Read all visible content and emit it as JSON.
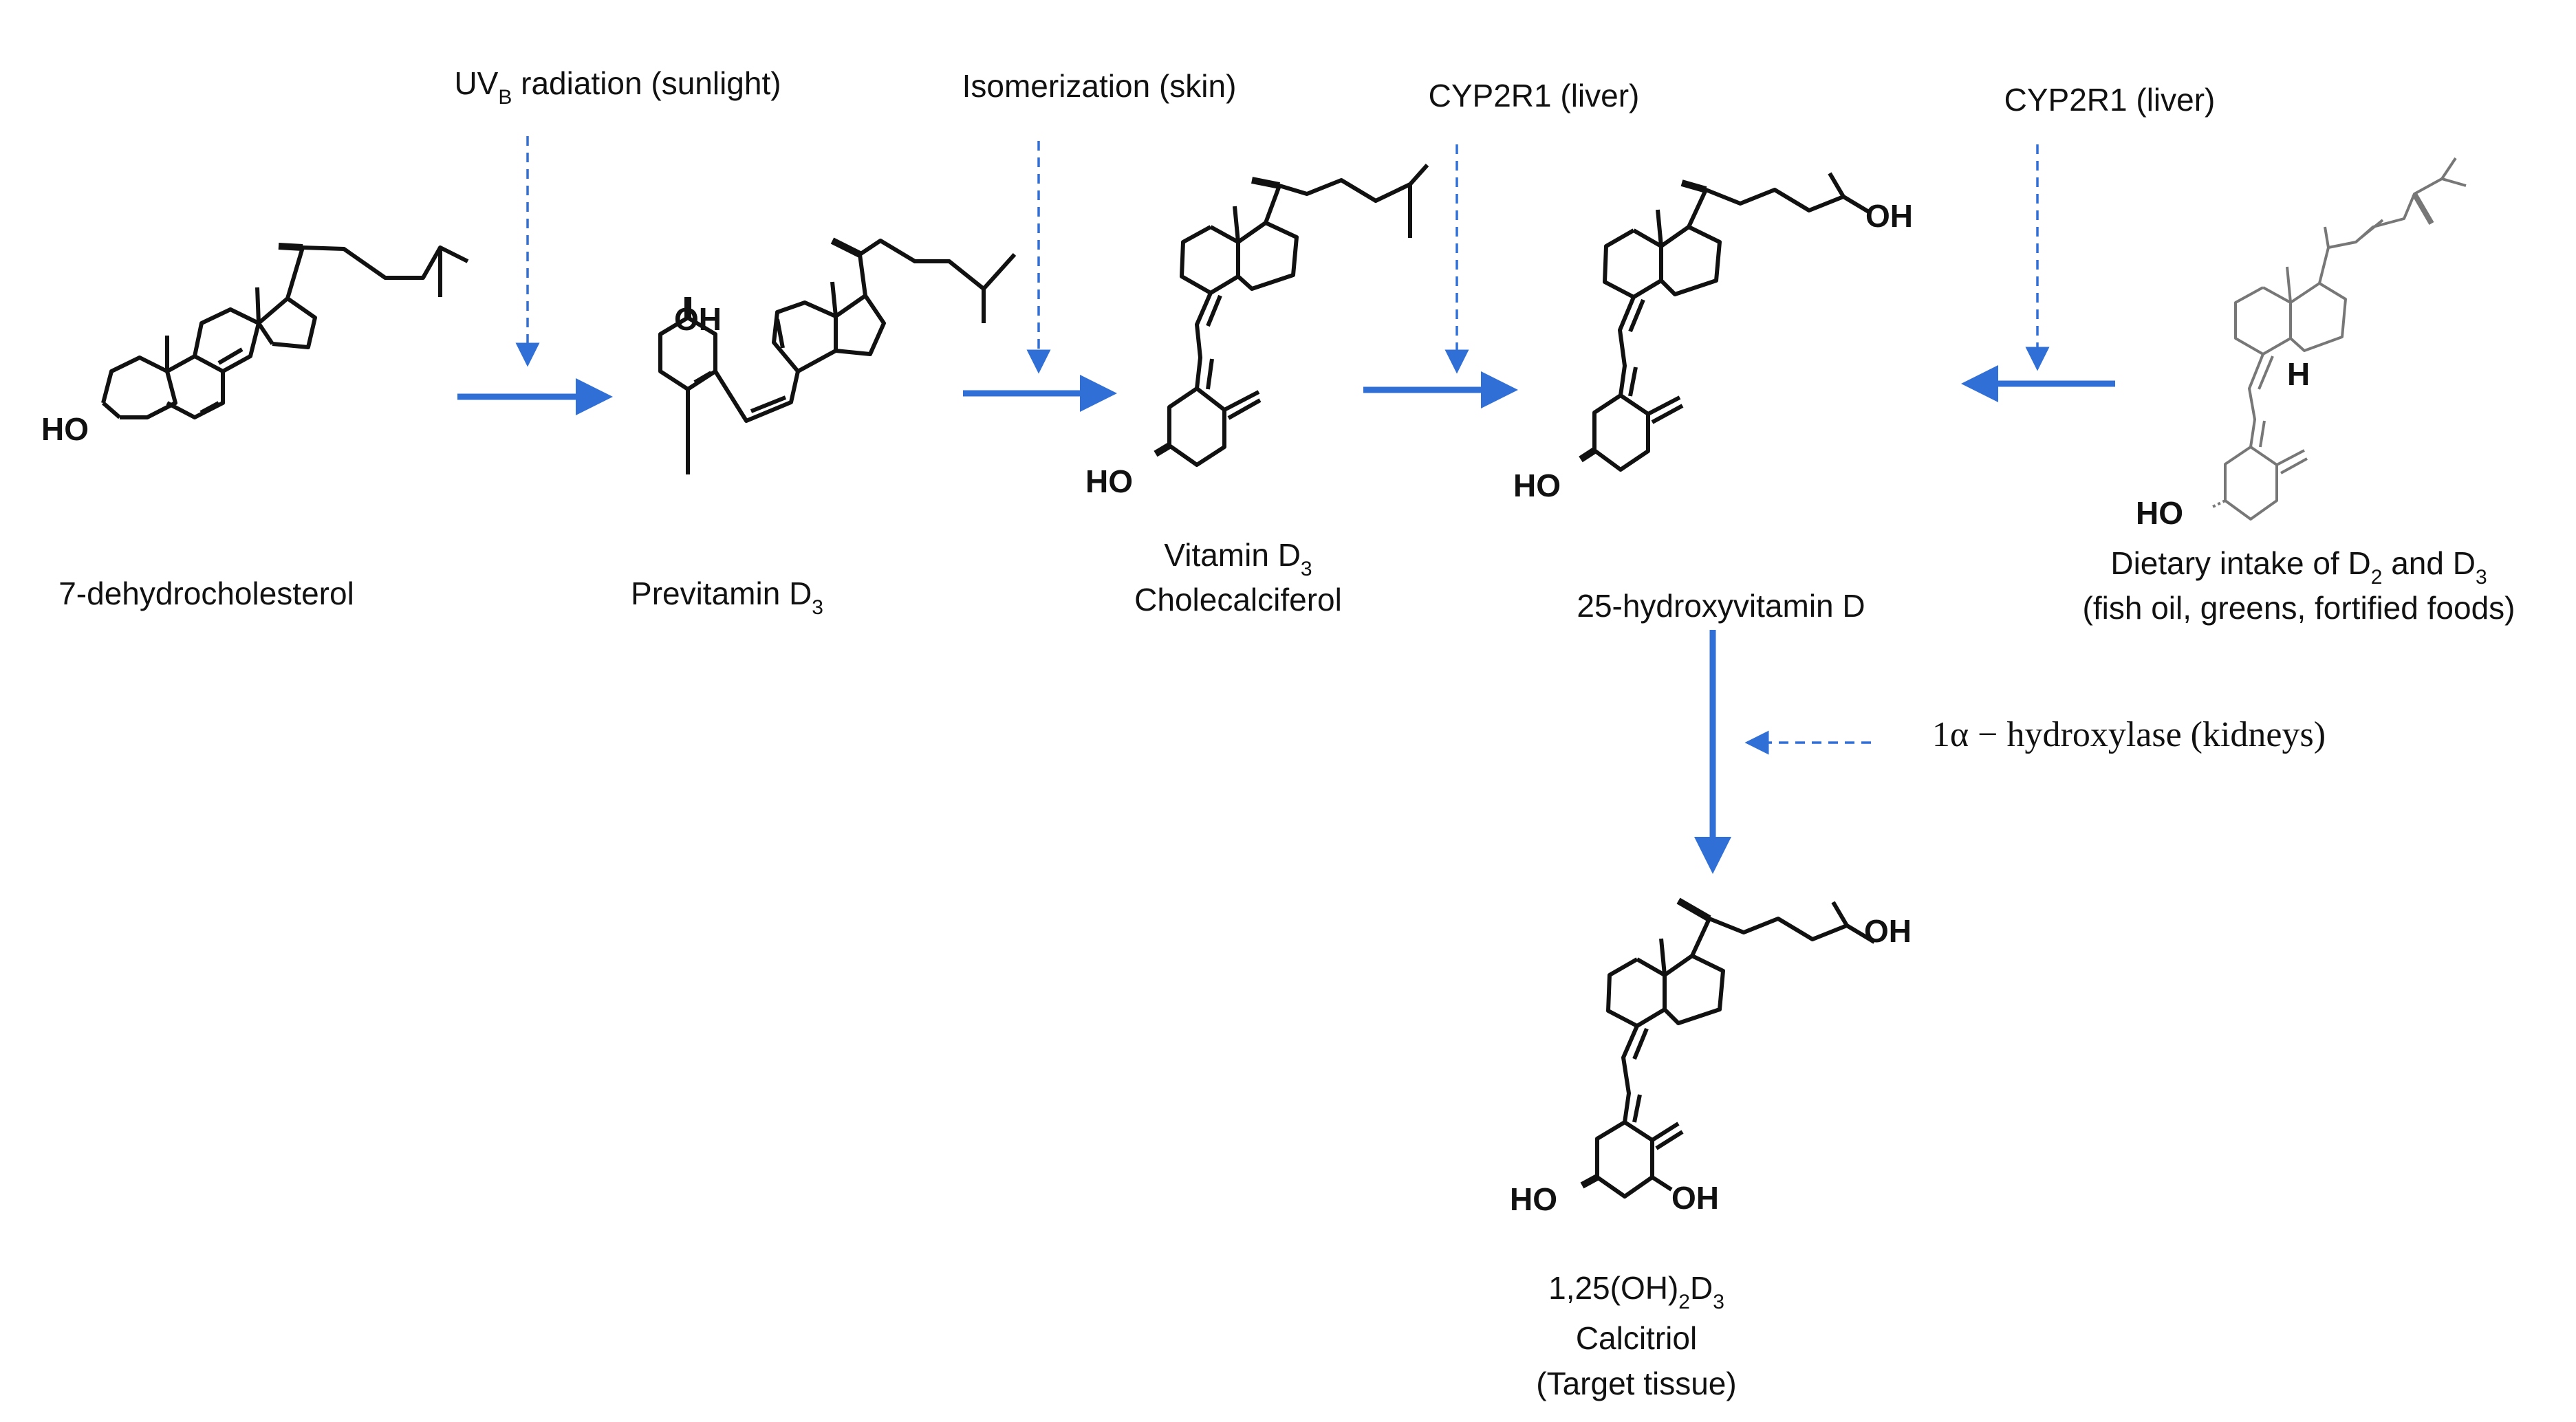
{
  "enzymes": {
    "uvb": {
      "pre": "UV",
      "sub": "B",
      "post": " radiation (sunlight)"
    },
    "isomerization": "Isomerization (skin)",
    "cyp_a": "CYP2R1 (liver)",
    "cyp_b": "CYP2R1 (liver)",
    "hydroxylase": "1α − hydroxylase (kidneys)"
  },
  "compounds": {
    "dehydro": "7-dehydrocholesterol",
    "previtamin": {
      "pre": "Previtamin D",
      "sub": "3"
    },
    "vitd3": {
      "pre": "Vitamin D",
      "sub": "3",
      "line2": "Cholecalciferol"
    },
    "hydroxy25": "25-hydroxyvitamin D",
    "dietary": {
      "pre": "Dietary intake of D",
      "sub1": "2",
      "mid": " and D",
      "sub2": "3",
      "line2": "(fish oil, greens, fortified foods)"
    },
    "calcitriol": {
      "pre": "1,25(OH)",
      "sub1": "2",
      "mid": "D",
      "sub2": "3",
      "line2": "Calcitriol",
      "line3": "(Target tissue)"
    }
  },
  "atoms": {
    "ho": "HO",
    "oh": "OH",
    "h": "H"
  },
  "colors": {
    "arrow": "#2f6fd6",
    "structure": "#111111",
    "dietary_structure": "#777777"
  }
}
